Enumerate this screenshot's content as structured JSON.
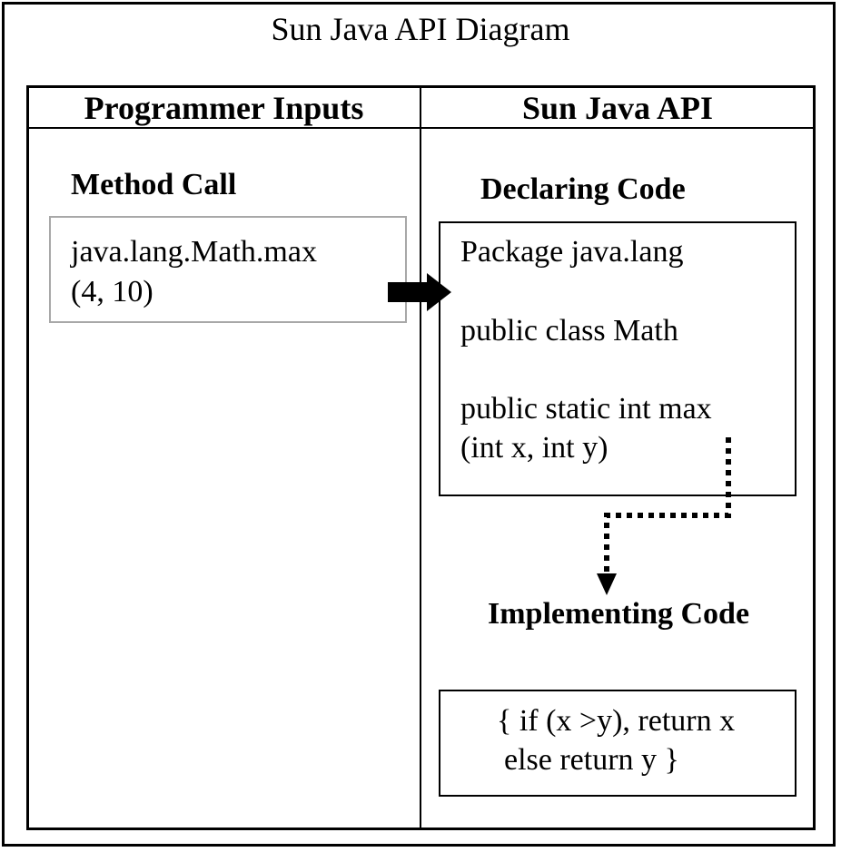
{
  "title": "Sun Java API Diagram",
  "columns": {
    "left_header": "Programmer Inputs",
    "right_header": "Sun Java API"
  },
  "method_call": {
    "title": "Method Call",
    "line1": "java.lang.Math.max",
    "line2": "(4, 10)"
  },
  "declaring_code": {
    "title": "Declaring Code",
    "line1": "Package java.lang",
    "line2": "public class Math",
    "line3": "public static int max",
    "line4": "(int x, int y)"
  },
  "implementing_code": {
    "title": "Implementing Code",
    "line1": "{ if (x >y), return x",
    "line2": "else return y }"
  }
}
